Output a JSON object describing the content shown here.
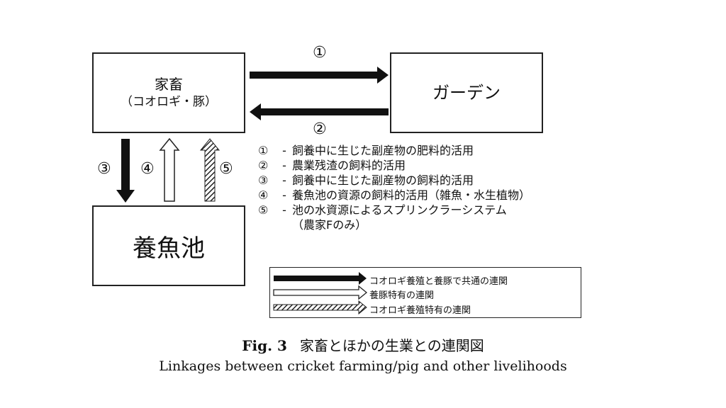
{
  "boxes": {
    "livestock": {
      "title": "家畜",
      "subtitle": "（コオロギ・豚）"
    },
    "garden": {
      "title": "ガーデン"
    },
    "pond": {
      "title": "養魚池"
    }
  },
  "arrow_labels": [
    "①",
    "②",
    "③",
    "④",
    "⑤"
  ],
  "notes": [
    {
      "num": "①",
      "dash": "-",
      "text": "飼養中に生じた副産物の肥料的活用"
    },
    {
      "num": "②",
      "dash": "-",
      "text": "農業残渣の飼料的活用"
    },
    {
      "num": "③",
      "dash": "-",
      "text": "飼養中に生じた副産物の飼料的活用"
    },
    {
      "num": "④",
      "dash": "-",
      "text": "養魚池の資源の飼料的活用（雑魚・水生植物）"
    },
    {
      "num": "⑤",
      "dash": "-",
      "text": "池の水資源によるスプリンクラーシステム"
    }
  ],
  "note_continuation": "（農家Fのみ）",
  "legend": [
    {
      "style": "solid",
      "text": "コオロギ養殖と養豚で共通の連関"
    },
    {
      "style": "hollow",
      "text": "養豚特有の連関"
    },
    {
      "style": "hatched",
      "text": "コオロギ養殖特有の連関"
    }
  ],
  "caption": {
    "fig_label": "Fig. 3",
    "title_ja": "家畜とほかの生業との連関図",
    "title_en": "Linkages between cricket farming/pig and other livelihoods"
  }
}
